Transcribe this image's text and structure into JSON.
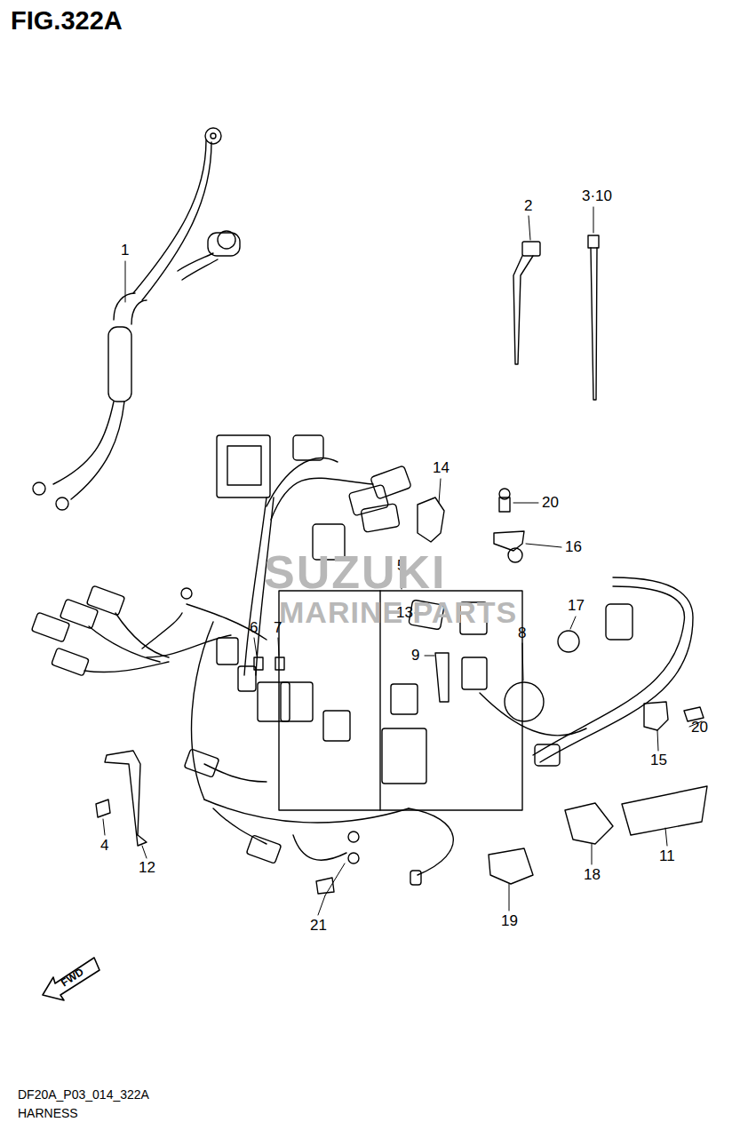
{
  "diagram": {
    "title": "FIG.322A",
    "caption": "HARNESS",
    "labels": [
      "1",
      "2",
      "3·10",
      "14",
      "20",
      "5",
      "13",
      "SUZUKI",
      "MARINE PARTS",
      "6",
      "7",
      "9",
      "8",
      "17",
      "16",
      "20",
      "15",
      "4",
      "12",
      "21",
      "19",
      "18",
      "11",
      "FWD",
      "DF20A_P03_014_322A"
    ]
  }
}
